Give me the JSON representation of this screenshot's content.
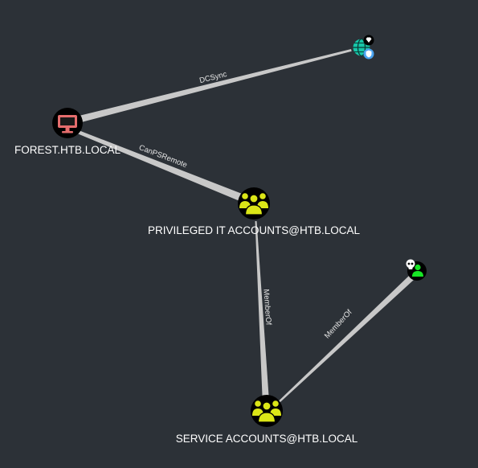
{
  "graph": {
    "nodes": {
      "forest": {
        "label": "FOREST.HTB.LOCAL",
        "type": "computer",
        "color": "#e56d6d"
      },
      "domain": {
        "label": "",
        "type": "domain"
      },
      "privileged_it": {
        "label": "PRIVILEGED IT ACCOUNTS@HTB.LOCAL",
        "type": "group",
        "color": "#dbe617"
      },
      "service_accounts": {
        "label": "SERVICE ACCOUNTS@HTB.LOCAL",
        "type": "group",
        "color": "#dbe617"
      },
      "user": {
        "label": "",
        "type": "user",
        "color": "#17e625"
      }
    },
    "edges": {
      "dcsync": {
        "label": "DCSync",
        "from": "forest",
        "to": "domain"
      },
      "canpsremote": {
        "label": "CanPSRemote",
        "from": "forest",
        "to": "privileged_it"
      },
      "memberof_1": {
        "label": "MemberOf",
        "from": "privileged_it",
        "to": "service_accounts"
      },
      "memberof_2": {
        "label": "MemberOf",
        "from": "service_accounts",
        "to": "user"
      }
    },
    "colors": {
      "background": "#2c3137",
      "edge": "#c8c8c8",
      "node_fill": "#000000"
    }
  }
}
